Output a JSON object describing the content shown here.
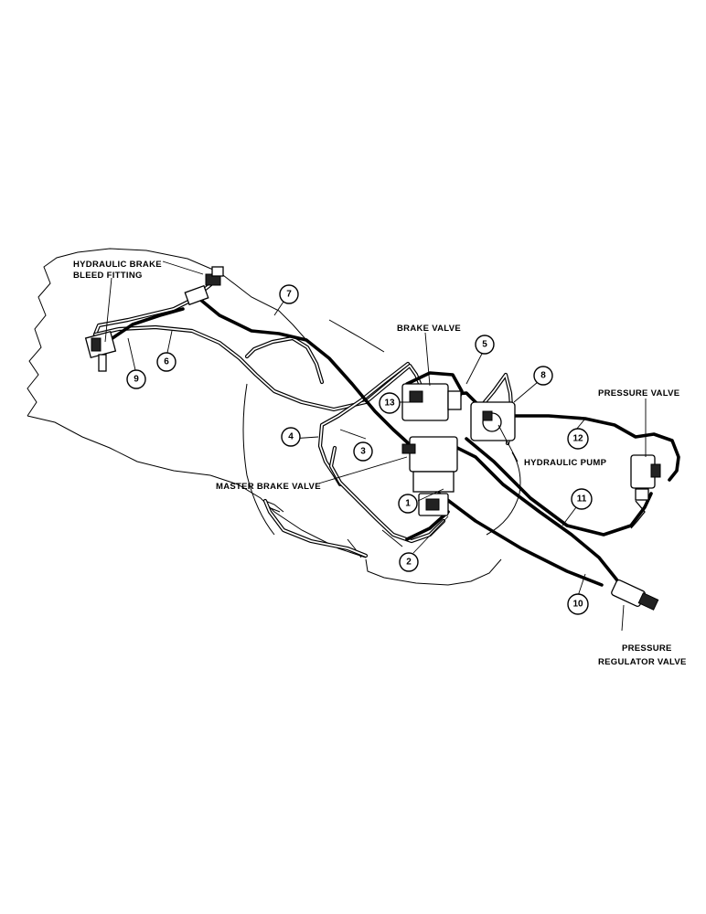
{
  "labels": {
    "hydraulic_brake_bleed_fitting_line1": "HYDRAULIC BRAKE",
    "hydraulic_brake_bleed_fitting_line2": "BLEED FITTING",
    "brake_valve": "BRAKE VALVE",
    "pressure_valve": "PRESSURE VALVE",
    "hydraulic_pump": "HYDRAULIC PUMP",
    "master_brake_valve": "MASTER BRAKE VALVE",
    "pressure_regulator_valve_line1": "PRESSURE",
    "pressure_regulator_valve_line2": "REGULATOR VALVE"
  },
  "callouts": {
    "c7": "7",
    "c5": "5",
    "c8": "8",
    "c6": "6",
    "c9": "9",
    "c13": "13",
    "c12": "12",
    "c4": "4",
    "c3": "3",
    "c1": "1",
    "c11": "11",
    "c2": "2",
    "c10": "10"
  }
}
